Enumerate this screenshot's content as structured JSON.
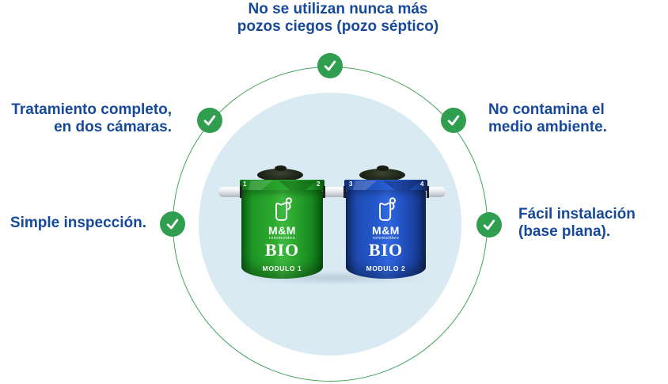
{
  "benefits": {
    "top": {
      "line1": "No se utilizan nunca más",
      "line2": "pozos ciegos (pozo séptico)"
    },
    "left_upper": {
      "line1": "Tratamiento completo,",
      "line2": "en dos cámaras."
    },
    "left_lower": {
      "line1": "Simple inspección."
    },
    "right_upper": {
      "line1": "No contamina el",
      "line2": "medio ambiente."
    },
    "right_lower": {
      "line1": "Fácil instalación",
      "line2": "(base plana)."
    }
  },
  "tanks": [
    {
      "brand": "M&M",
      "sub": "rotomoldeo",
      "product": "BIO",
      "module": "MODULO 1",
      "port_left": "1",
      "port_right": "2",
      "body_color": "#2ca82e"
    },
    {
      "brand": "M&M",
      "sub": "rotomoldeo",
      "product": "BIO",
      "module": "MODULO 2",
      "port_left": "3",
      "port_right": "4",
      "body_color": "#2458cc"
    }
  ],
  "icons": {
    "checkmark": "check-icon",
    "tank_logo": "mm-bio-logo-icon"
  },
  "colors": {
    "text_blue": "#17499b",
    "badge_green": "#2f9e4e",
    "orbit_green": "#43a45b",
    "halo_blue": "#d9eaf3",
    "pipe_white": "#eceef1"
  }
}
